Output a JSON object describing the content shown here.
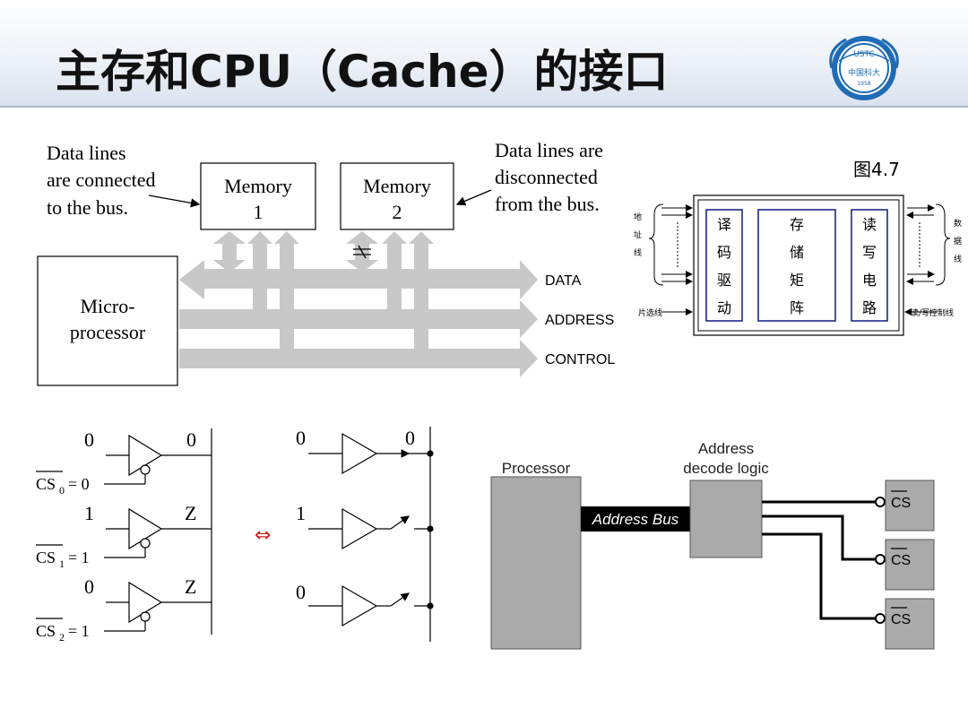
{
  "title": "主存和CPU（Cache）的接口",
  "logo": {
    "top_text": "USTC",
    "bottom_text": "中国科大",
    "year": "1958"
  },
  "bus_diagram": {
    "note_left": [
      "Data lines",
      "are connected",
      "to the bus."
    ],
    "note_right": [
      "Data lines are",
      "disconnected",
      "from the bus."
    ],
    "memory1": [
      "Memory",
      "1"
    ],
    "memory2": [
      "Memory",
      "2"
    ],
    "cpu": [
      "Micro-",
      "processor"
    ],
    "buses": [
      "DATA",
      "ADDRESS",
      "CONTROL"
    ]
  },
  "chip_diagram": {
    "fig_label": "图4.7",
    "left_side": [
      "地",
      "址",
      "线"
    ],
    "right_side": [
      "数",
      "据",
      "线"
    ],
    "col1": [
      "译",
      "码",
      "驱",
      "动"
    ],
    "col2": [
      "存",
      "储",
      "矩",
      "阵"
    ],
    "col3": [
      "读",
      "写",
      "电",
      "路"
    ],
    "chip_select": "片选线",
    "rw_control": "读/写控制线"
  },
  "tristate": {
    "inputs": [
      "0",
      "1",
      "0"
    ],
    "outputs": [
      "0",
      "Z",
      "Z"
    ],
    "cs": [
      "CS",
      "CS",
      "CS"
    ],
    "cs_sub": [
      "0",
      "1",
      "2"
    ],
    "cs_val": [
      "= 0",
      "= 1",
      "= 1"
    ],
    "equiv": "⇔",
    "switch_inputs": [
      "0",
      "1",
      "0"
    ],
    "switch_out": "0"
  },
  "decode": {
    "processor": "Processor",
    "decoder": [
      "Address",
      "decode logic"
    ],
    "bus": "Address Bus",
    "cs_labels": [
      "CS",
      "CS",
      "CS"
    ]
  }
}
